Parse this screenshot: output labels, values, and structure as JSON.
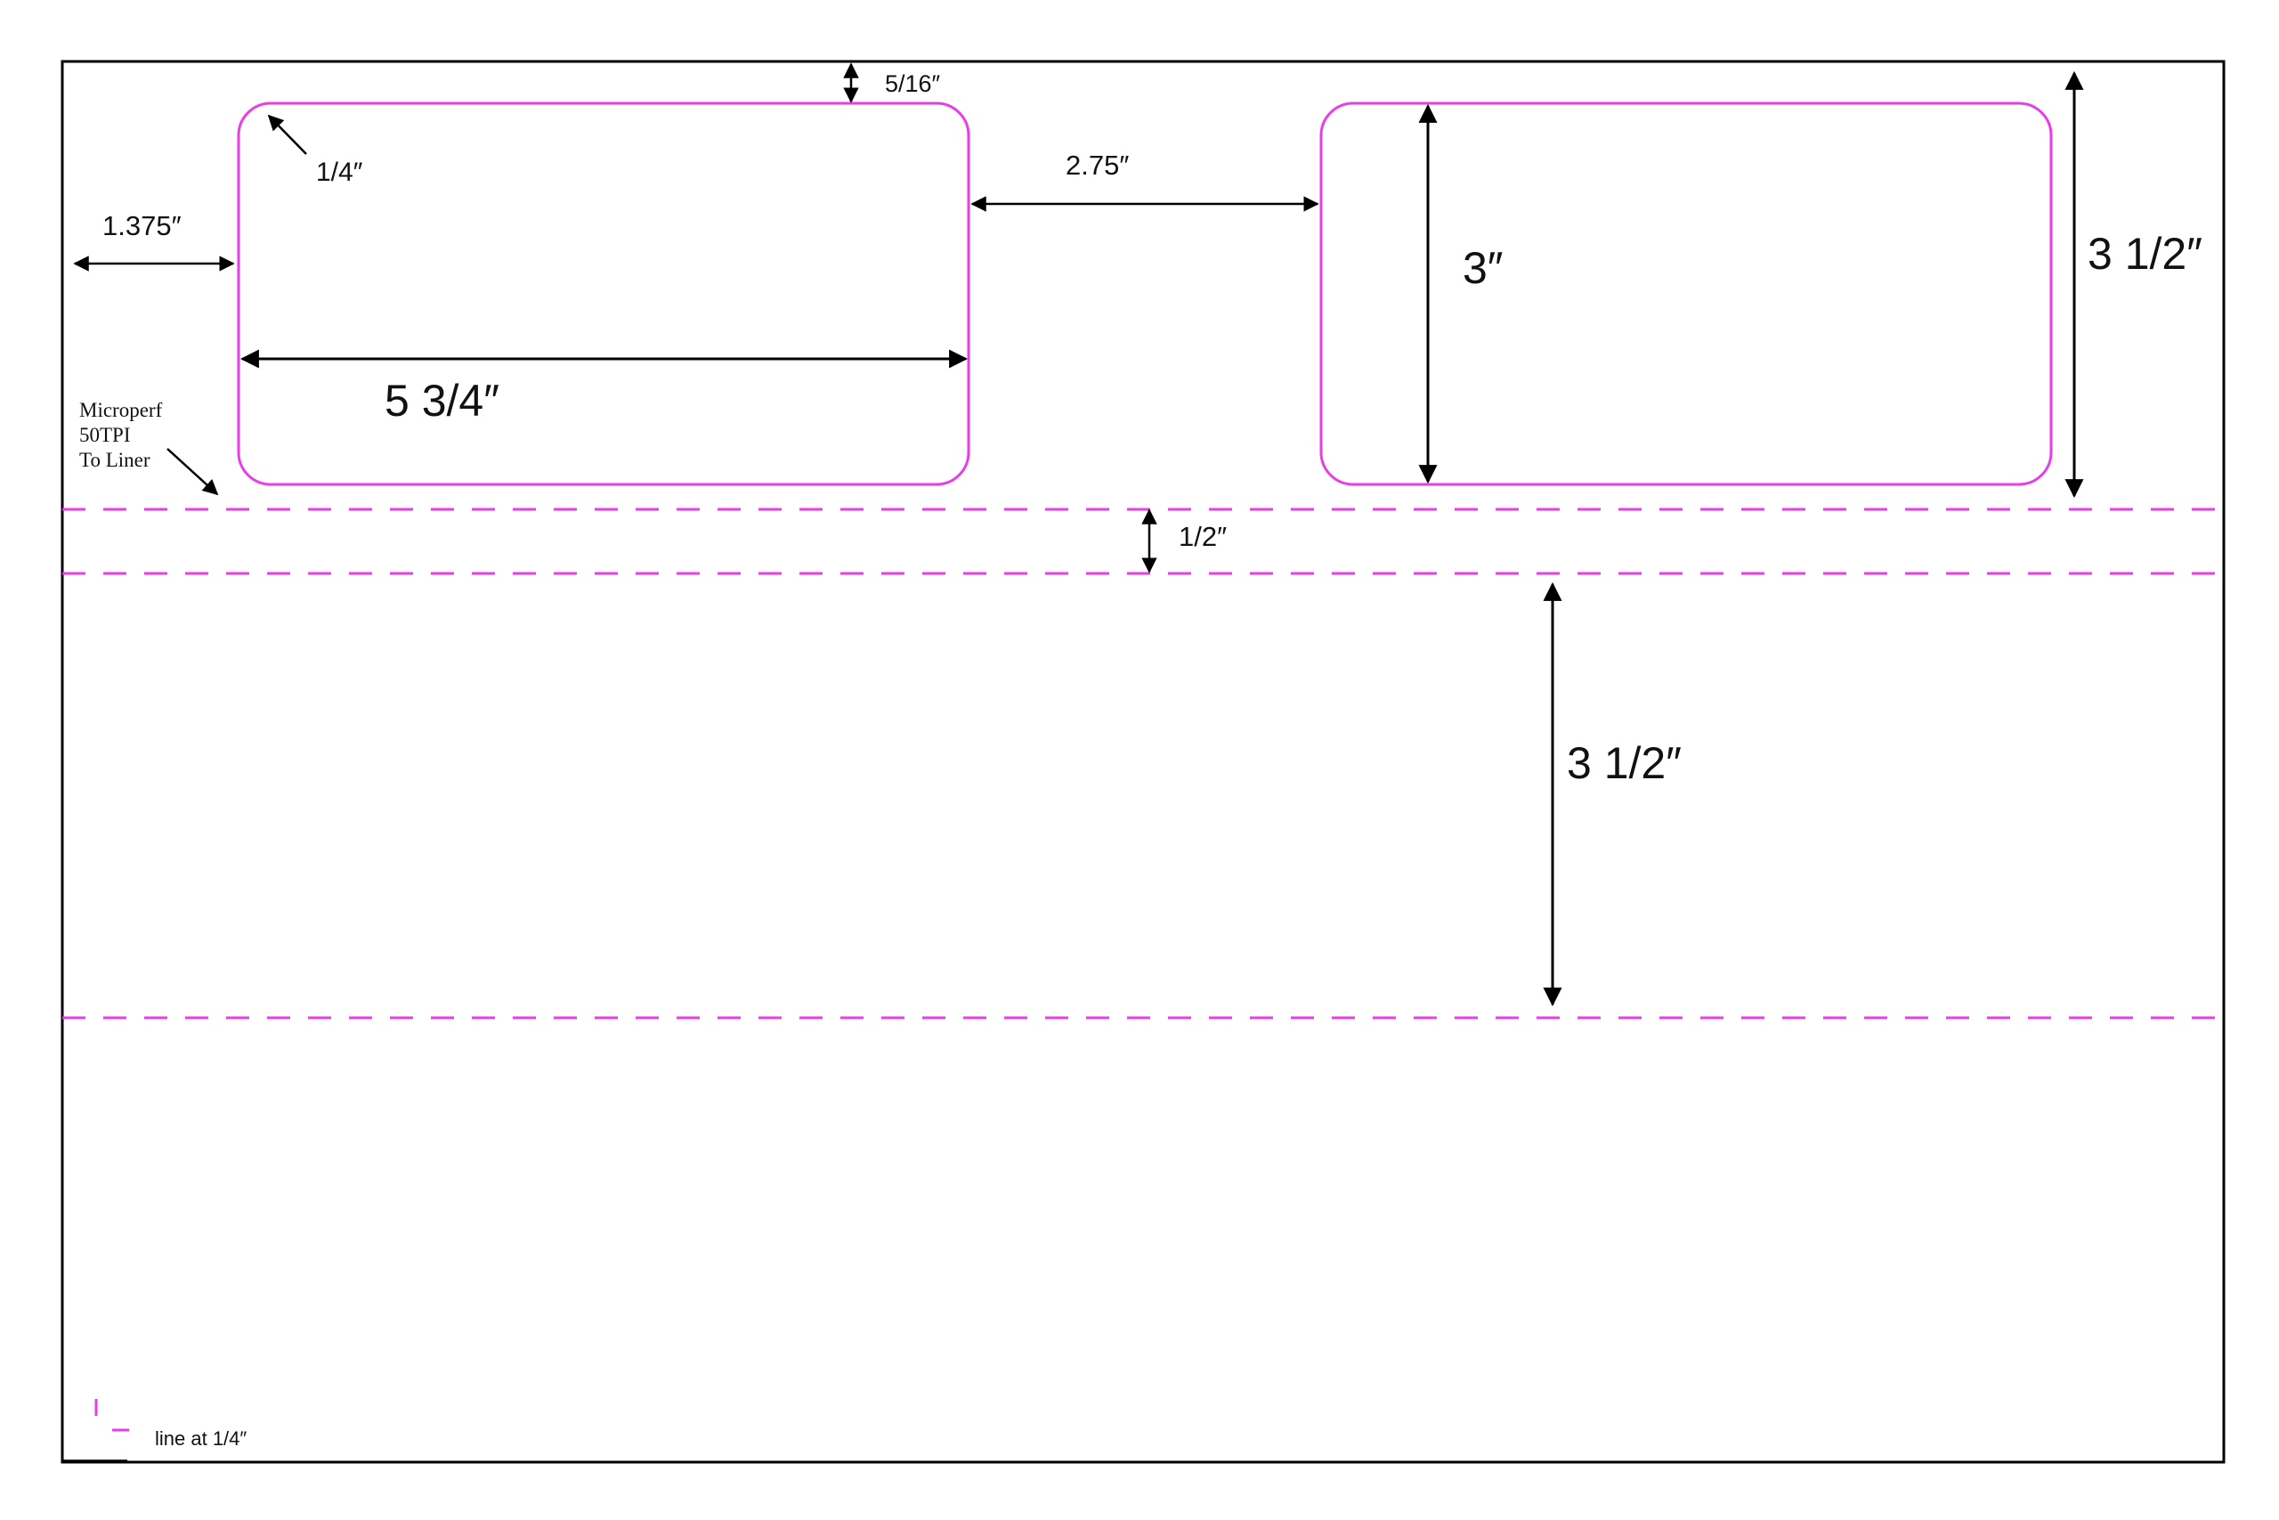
{
  "colors": {
    "sheet_border": "#000000",
    "label_outline": "#e83ee8",
    "perf_line": "#e83ee8",
    "dimension_line": "#000000"
  },
  "labels": {
    "label_width": "5 3/4″",
    "label_height": "3″",
    "label_gap": "2.75″",
    "left_margin": "1.375″",
    "top_margin": "5/16″",
    "corner_radius": "1/4″",
    "top_section_height": "3 1/2″",
    "perf_gap": "1/2″",
    "middle_section_height": "3 1/2″",
    "microperf_line1": "Microperf",
    "microperf_line2": "50TPI",
    "microperf_line3": "To Liner",
    "legend_text": "line at 1/4″"
  }
}
